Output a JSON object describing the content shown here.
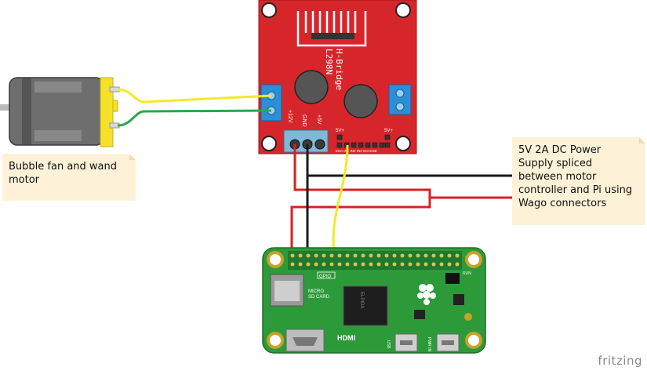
{
  "notes": {
    "motor": "Bubble fan and wand\nmotor",
    "power": "5V 2A DC Power\nSupply spliced\nbetween motor\ncontroller and Pi using\nWago connectors"
  },
  "driver": {
    "title_line1": "L298N",
    "title_line2": "H-Bridge",
    "pin_12v": "+12V",
    "pin_gnd": "GND",
    "pin_5v": "+5V",
    "header_5v_left": "5V+",
    "header_5v_right": "5V+",
    "header_pins": "ENA IN1 IN2 IN3 IN4 ENB"
  },
  "pi": {
    "gpio_label": "GPIO",
    "sd_label_1": "MICRO",
    "sd_label_2": "SD CARD",
    "hdmi_label": "HDMI",
    "usb_label": "USB",
    "pwr_label": "PWR IN",
    "run_label": "RUN",
    "chip_text": "ELPIDA"
  },
  "brand": "fritzing",
  "colors": {
    "board_red": "#d7262b",
    "pcb_green": "#2d9a3a",
    "wire_red": "#d92020",
    "wire_black": "#1a1a1a",
    "wire_yellow": "#f2ea2a",
    "wire_green": "#2aa84a",
    "terminal_blue": "#2b8fd6",
    "motor_yellow": "#f5e12a",
    "note_bg": "#fdf2d8"
  }
}
